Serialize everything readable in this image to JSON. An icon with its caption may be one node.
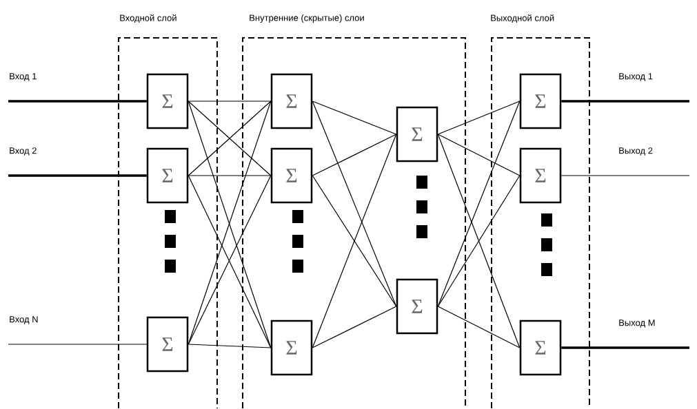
{
  "diagram": {
    "nodes": [
      {
        "text": [
          "Входной слой"
        ]
      },
      {
        "text": [
          "Внутренние (скрытые) слои"
        ]
      },
      {
        "text": [
          "Выходной слой"
        ]
      },
      {
        "text": [
          "Σ"
        ],
        "in": 0
      },
      {
        "text": [
          "Σ"
        ],
        "in": 0
      },
      {
        "text": [
          "Σ"
        ],
        "in": 0
      },
      {
        "text": [
          "Σ"
        ],
        "in": 1
      },
      {
        "text": [
          "Σ"
        ],
        "in": 1
      },
      {
        "text": [
          "Σ"
        ],
        "in": 1
      },
      {
        "text": [
          "Σ"
        ],
        "in": 1
      },
      {
        "text": [
          "Σ"
        ],
        "in": 1
      },
      {
        "text": [
          "Σ"
        ],
        "in": 2
      },
      {
        "text": [
          "Σ"
        ],
        "in": 2
      },
      {
        "text": [
          "Σ"
        ],
        "in": 2
      }
    ],
    "edges": [
      {
        "from": null,
        "to": 3,
        "arrow": "none",
        "label": "Вход 1",
        "style": "thick"
      },
      {
        "from": null,
        "to": 4,
        "arrow": "none",
        "label": "Вход 2",
        "style": "thick"
      },
      {
        "from": null,
        "to": 5,
        "arrow": "none",
        "label": "Вход N"
      },
      {
        "from": 3,
        "to": 6,
        "arrow": "none"
      },
      {
        "from": 3,
        "to": 7,
        "arrow": "none"
      },
      {
        "from": 3,
        "to": 8,
        "arrow": "none"
      },
      {
        "from": 4,
        "to": 6,
        "arrow": "none"
      },
      {
        "from": 4,
        "to": 7,
        "arrow": "none"
      },
      {
        "from": 4,
        "to": 8,
        "arrow": "none"
      },
      {
        "from": 5,
        "to": 6,
        "arrow": "none"
      },
      {
        "from": 5,
        "to": 7,
        "arrow": "none"
      },
      {
        "from": 5,
        "to": 8,
        "arrow": "none"
      },
      {
        "from": 6,
        "to": 9,
        "arrow": "none"
      },
      {
        "from": 6,
        "to": 10,
        "arrow": "none"
      },
      {
        "from": 7,
        "to": 9,
        "arrow": "none"
      },
      {
        "from": 7,
        "to": 10,
        "arrow": "none"
      },
      {
        "from": 8,
        "to": 9,
        "arrow": "none"
      },
      {
        "from": 8,
        "to": 10,
        "arrow": "none"
      },
      {
        "from": 9,
        "to": 11,
        "arrow": "none"
      },
      {
        "from": 9,
        "to": 12,
        "arrow": "none"
      },
      {
        "from": 9,
        "to": 13,
        "arrow": "none"
      },
      {
        "from": 10,
        "to": 11,
        "arrow": "none"
      },
      {
        "from": 10,
        "to": 12,
        "arrow": "none"
      },
      {
        "from": 10,
        "to": 13,
        "arrow": "none"
      },
      {
        "from": 11,
        "to": null,
        "arrow": "none",
        "label": "Выход 1",
        "style": "thick"
      },
      {
        "from": 12,
        "to": null,
        "arrow": "none",
        "label": "Выход 2"
      },
      {
        "from": 13,
        "to": null,
        "arrow": "none",
        "label": "Выход M",
        "style": "thick"
      }
    ]
  }
}
